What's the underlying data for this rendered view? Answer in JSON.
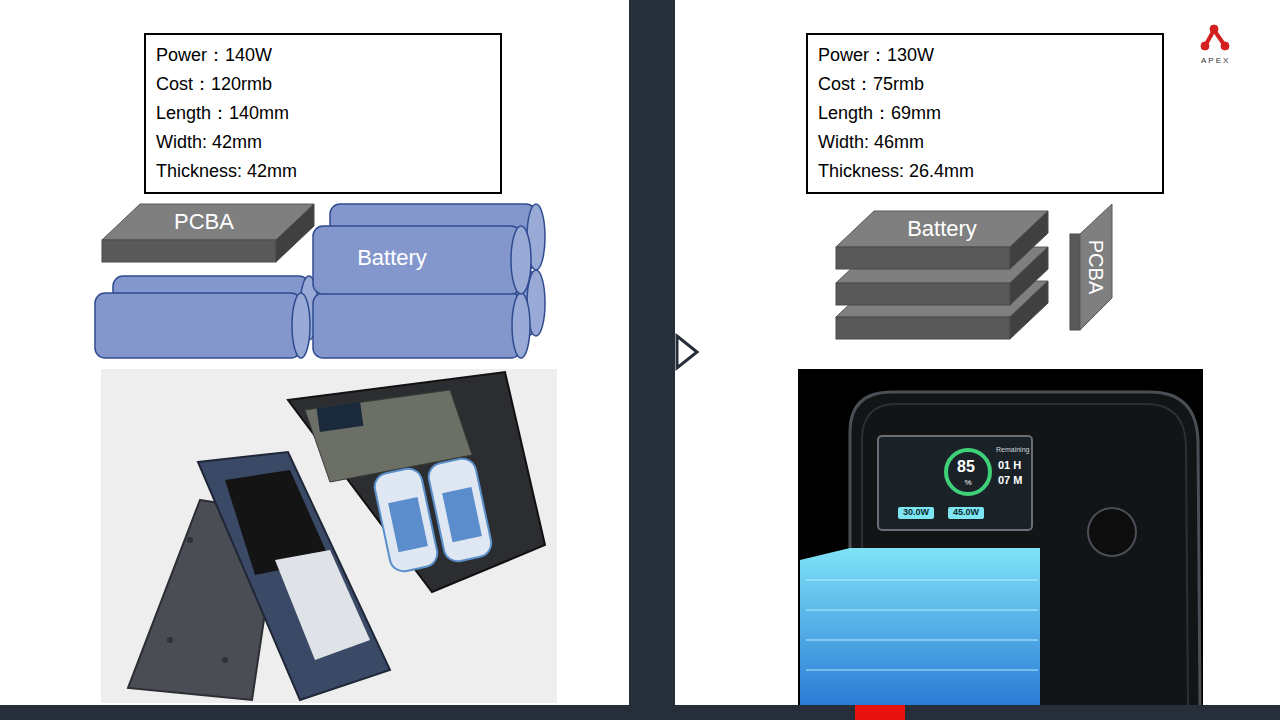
{
  "diagram": {
    "nodes": [
      {
        "text": [
          "Power：140W",
          "Cost：120rmb",
          "Length：140mm",
          "Width: 42mm",
          "Thickness: 42mm"
        ]
      },
      {
        "text": [
          "PCBA"
        ]
      },
      {
        "text": [
          "Battery"
        ]
      },
      {
        "text": [
          "Power：130W",
          "Cost：75rmb",
          "Length：69mm",
          "Width: 46mm",
          "Thickness: 26.4mm"
        ]
      },
      {
        "text": [
          "Battery"
        ]
      },
      {
        "text": [
          "PCBA"
        ]
      }
    ],
    "labels": [
      "85",
      "%",
      "Remaining",
      "01 H",
      "07 M",
      "30.0W",
      "45.0W",
      "APEX"
    ]
  }
}
